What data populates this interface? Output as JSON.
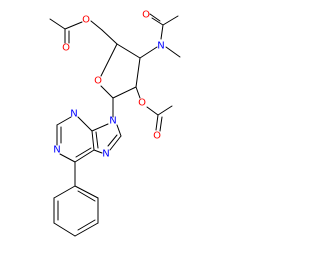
{
  "atom_labels": {
    "ester_top_carbonyl_o": "O",
    "ester_top_link_o": "O",
    "amide_carbonyl_o": "O",
    "amide_n": "N",
    "ring_o": "O",
    "ester_right_link_o": "O",
    "ester_right_carbonyl_o": "O",
    "purine_n3": "N",
    "purine_n9": "N",
    "purine_n1": "N",
    "purine_n7": "N"
  },
  "colors": {
    "bond": "#000000",
    "carbon_label": "#000000",
    "oxygen_label": "#ff0000",
    "nitrogen_label": "#0000ff",
    "background": "#ffffff"
  }
}
